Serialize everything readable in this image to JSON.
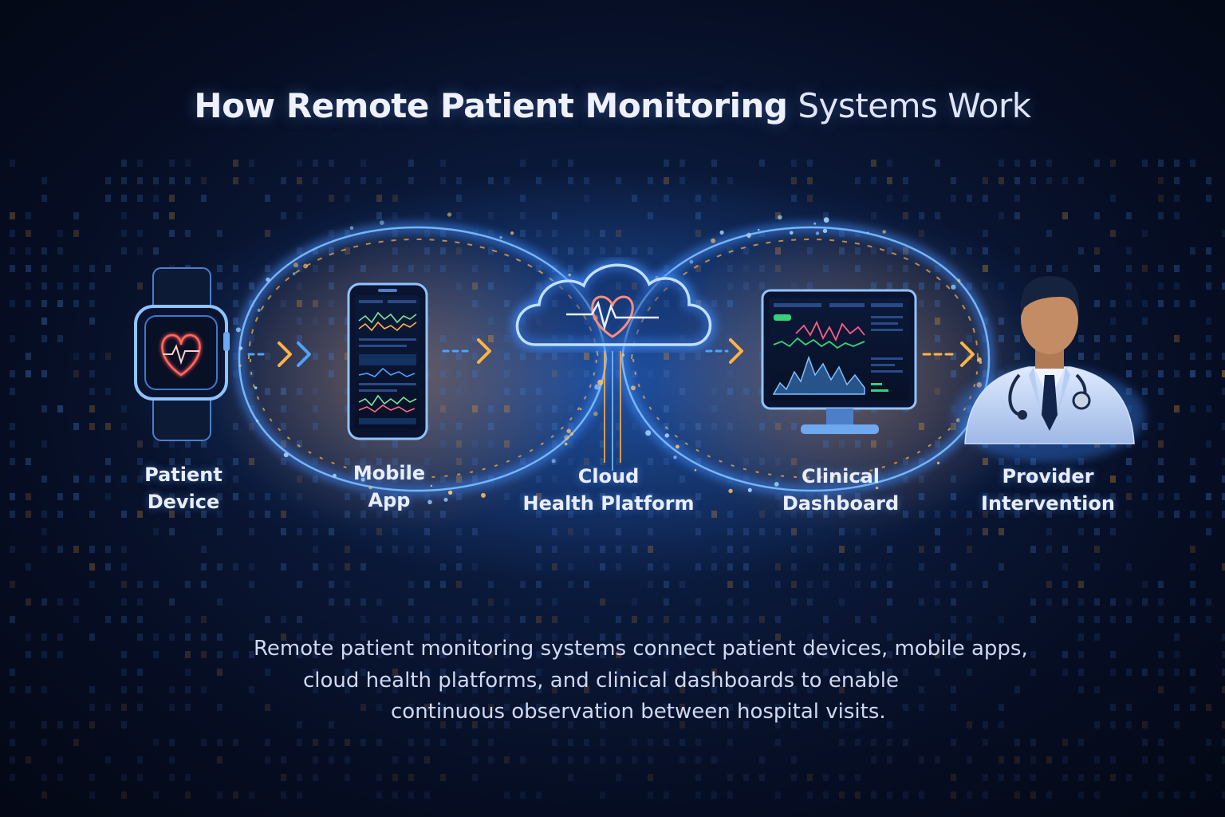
{
  "title": {
    "bold": "How Remote Patient Monitoring",
    "light": "Systems Work"
  },
  "steps": [
    {
      "line1": "Patient",
      "line2": "Device",
      "icon": "smartwatch-heart-icon"
    },
    {
      "line1": "Mobile",
      "line2": "App",
      "icon": "smartphone-app-icon"
    },
    {
      "line1": "Cloud",
      "line2": "Health Platform",
      "icon": "cloud-heart-icon"
    },
    {
      "line1": "Clinical",
      "line2": "Dashboard",
      "icon": "monitor-dashboard-icon"
    },
    {
      "line1": "Provider",
      "line2": "Intervention",
      "icon": "doctor-icon"
    }
  ],
  "description": {
    "line1": "Remote patient monitoring systems connect patient devices, mobile apps,",
    "line2": "cloud health platforms, and clinical dashboards to enable",
    "line3": "continuous observation between hospital visits."
  },
  "colors": {
    "accent_blue": "#4da3ff",
    "accent_orange": "#ffb347",
    "heart_red": "#ff4d4d"
  }
}
